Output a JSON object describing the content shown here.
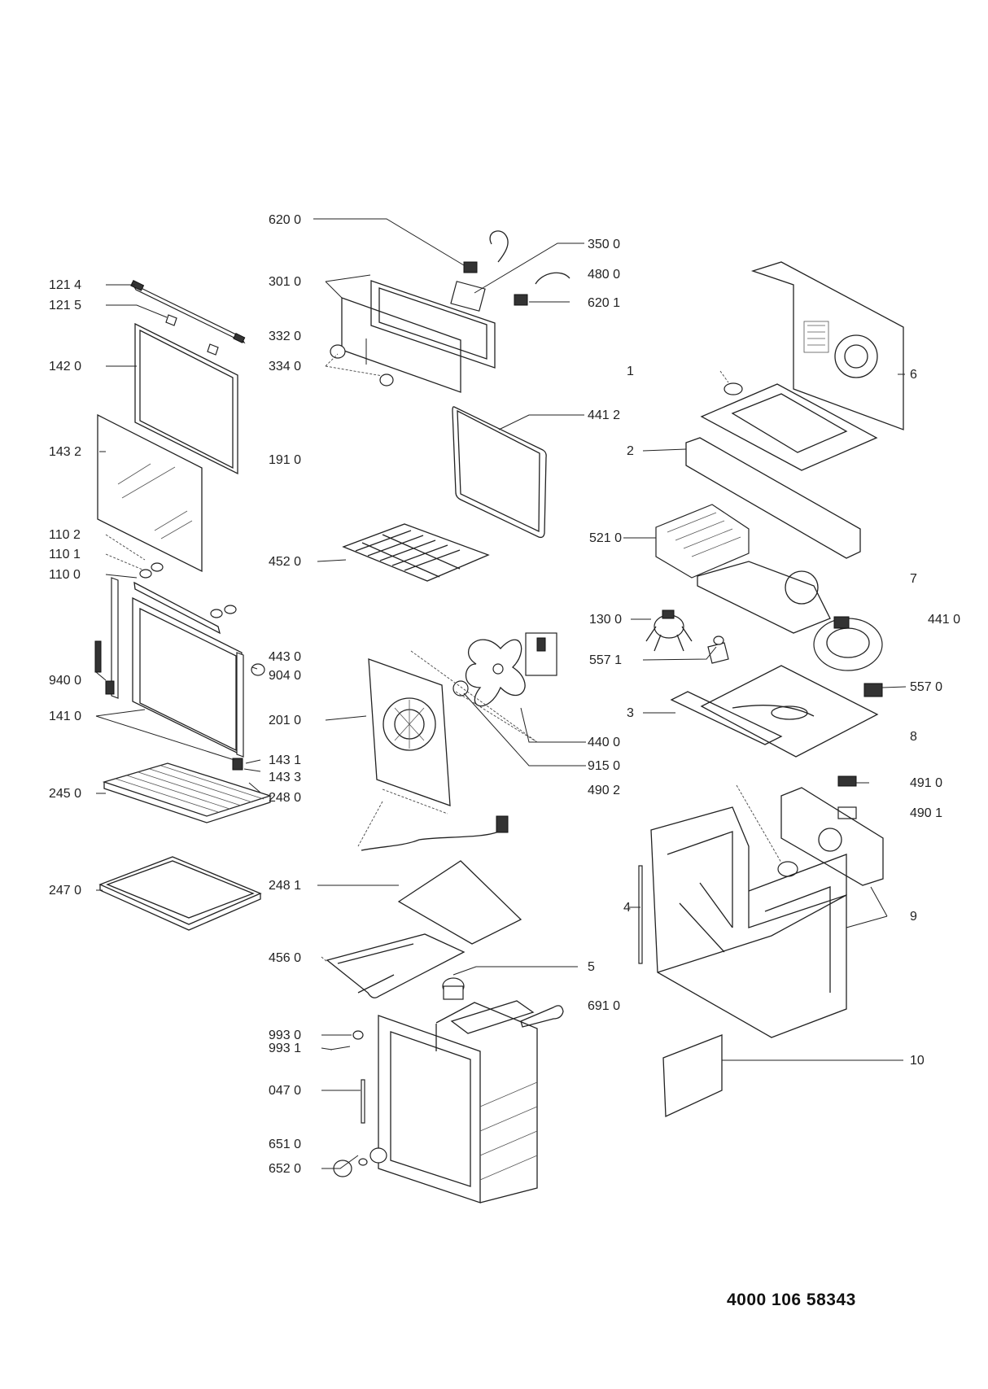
{
  "document_number": "4000 106 58343",
  "labels": {
    "l_6200": "620 0",
    "l_3500": "350 0",
    "l_4800": "480 0",
    "l_3010": "301 0",
    "l_6201": "620 1",
    "l_3320": "332 0",
    "l_3340": "334 0",
    "l_1214": "121 4",
    "l_1215": "121 5",
    "l_1420": "142 0",
    "l_1432": "143 2",
    "l_1910": "191 0",
    "l_4412": "441 2",
    "l_1102": "110 2",
    "l_1101": "110 1",
    "l_1100": "110 0",
    "l_4520": "452 0",
    "l_4430": "443 0",
    "l_9040": "904 0",
    "l_9400": "940 0",
    "l_1410": "141 0",
    "l_2010": "201 0",
    "l_1431": "143 1",
    "l_1433": "143 3",
    "l_2450": "245 0",
    "l_2480": "248 0",
    "l_4400": "440 0",
    "l_9150": "915 0",
    "l_4902": "490 2",
    "l_2470": "247 0",
    "l_2481": "248 1",
    "l_4560": "456 0",
    "l_9930": "993 0",
    "l_9931": "993 1",
    "l_0470": "047 0",
    "l_6510": "651 0",
    "l_6520": "652 0",
    "l_6910": "691 0",
    "l_5": "5",
    "l_1": "1",
    "l_6": "6",
    "l_2": "2",
    "l_5210": "521 0",
    "l_7": "7",
    "l_1300": "130 0",
    "l_4410": "441 0",
    "l_5571": "557 1",
    "l_5570": "557 0",
    "l_3": "3",
    "l_8": "8",
    "l_4910": "491 0",
    "l_4901": "490 1",
    "l_4": "4",
    "l_9": "9",
    "l_10": "10"
  }
}
